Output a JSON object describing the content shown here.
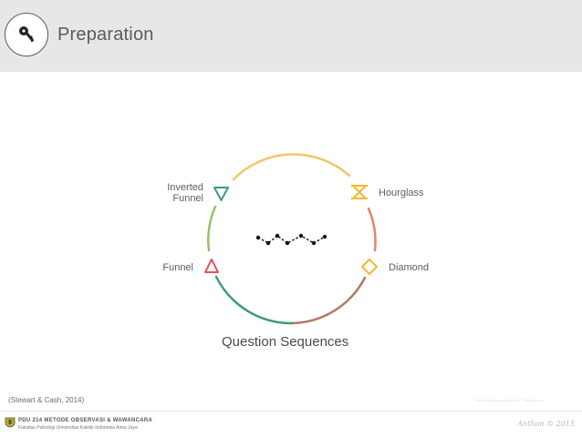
{
  "header": {
    "title": "Preparation",
    "icon": "briefcase-key-icon",
    "background": "#e7e7ea"
  },
  "diagram": {
    "caption": "Question Sequences",
    "nodes": [
      {
        "id": "inverted-funnel",
        "label_lines": [
          "Inverted",
          "Funnel"
        ],
        "shape": "triangle-down",
        "color": "#3d9a7c"
      },
      {
        "id": "hourglass",
        "label": "Hourglass",
        "shape": "hourglass",
        "color": "#f2b830"
      },
      {
        "id": "diamond",
        "label": "Diamond",
        "shape": "diamond",
        "color": "#f2b830"
      },
      {
        "id": "funnel",
        "label": "Funnel",
        "shape": "triangle-up",
        "color": "#e0555a"
      }
    ],
    "ring_colors": [
      "#f0c86a",
      "#e8806a",
      "#3d9a7c",
      "#9bbf6a"
    ],
    "center_icon": "zigzag-path-icon"
  },
  "citation": "(Stewart & Cash, 2014)",
  "faint_note": "Slide template adapted from SlidesCarnival",
  "footer": {
    "course": "PDU 214 METODE OBSERVASI & WAWANCARA",
    "faculty": "Fakultas Psikologi Universitas Katolik Indonesia Atma Jaya",
    "author": "Anthon © 2015"
  }
}
